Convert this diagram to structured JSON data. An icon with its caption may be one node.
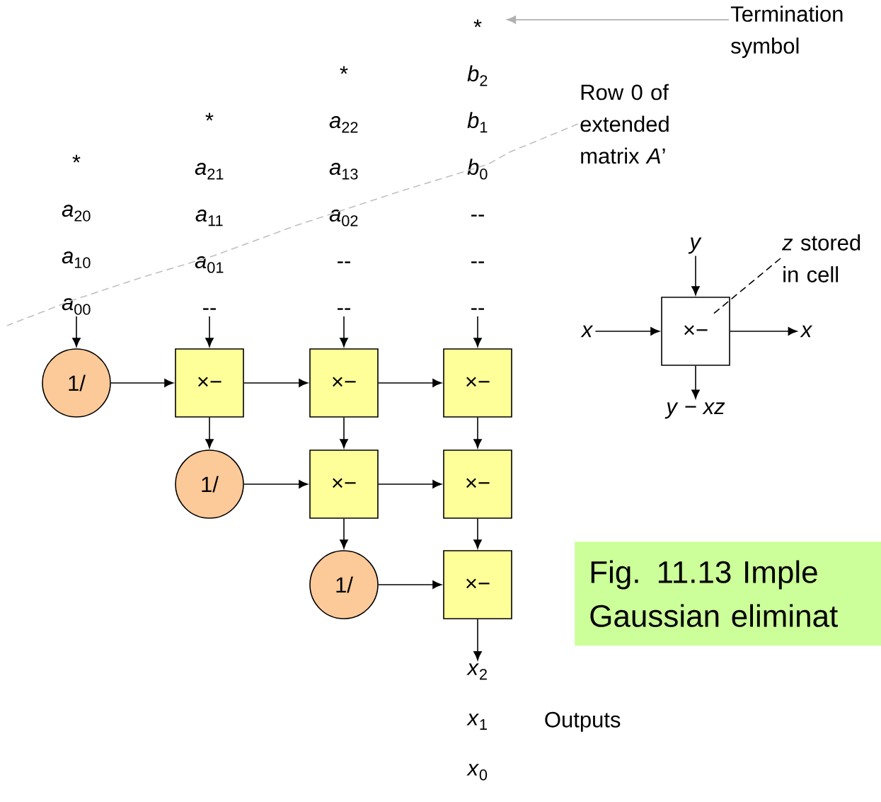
{
  "diagram": {
    "nodes": [
      {
        "text": [
          "*",
          "*a*$_{20}$",
          "*a*$_{10}$",
          "*a*$_{00}$"
        ]
      },
      {
        "text": [
          "*",
          "*a*$_{21}$",
          "*a*$_{11}$",
          "*a*$_{01}$",
          "--"
        ]
      },
      {
        "text": [
          "*",
          "*a*$_{22}$",
          "*a*$_{13}$",
          "*a*$_{02}$",
          "--",
          "--"
        ]
      },
      {
        "text": [
          "*",
          "*b*$_{2}$",
          "*b*$_{1}$",
          "*b*$_{0}$",
          "--",
          "--",
          "--"
        ]
      },
      {
        "text": [
          "1/"
        ]
      },
      {
        "text": [
          "×−"
        ]
      },
      {
        "text": [
          "×−"
        ]
      },
      {
        "text": [
          "×−"
        ]
      },
      {
        "text": [
          "1/"
        ]
      },
      {
        "text": [
          "×−"
        ]
      },
      {
        "text": [
          "×−"
        ]
      },
      {
        "text": [
          "1/"
        ]
      },
      {
        "text": [
          "×−"
        ]
      },
      {
        "text": [
          "*x*$_{2}$",
          "*x*$_{1}$",
          "*x*$_{0}$"
        ],
        "beside": [
          "Outputs"
        ]
      },
      {
        "text": [
          "×−"
        ]
      },
      {
        "text": [
          "*y*"
        ]
      },
      {
        "text": [
          "*x*"
        ]
      },
      {
        "text": [
          "*x*"
        ]
      },
      {
        "text": [
          "*y* − *xz*"
        ]
      },
      {
        "text": [
          "*z* stored in cell"
        ]
      },
      {
        "text": [
          "Termination symbol"
        ]
      },
      {
        "text": [
          "Row 0 of extended matrix *A*’"
        ]
      },
      {
        "text": [
          "Fig. 11.13 Imple",
          "Gaussian eliminat"
        ]
      }
    ],
    "edges": [
      {
        "from": 0,
        "to": 4,
        "arrow": "to"
      },
      {
        "from": 1,
        "to": 5,
        "arrow": "to"
      },
      {
        "from": 2,
        "to": 6,
        "arrow": "to"
      },
      {
        "from": 3,
        "to": 7,
        "arrow": "to"
      },
      {
        "from": 4,
        "to": 5,
        "arrow": "to"
      },
      {
        "from": 5,
        "to": 6,
        "arrow": "to"
      },
      {
        "from": 6,
        "to": 7,
        "arrow": "to"
      },
      {
        "from": 5,
        "to": 8,
        "arrow": "to"
      },
      {
        "from": 6,
        "to": 9,
        "arrow": "to"
      },
      {
        "from": 7,
        "to": 10,
        "arrow": "to"
      },
      {
        "from": 8,
        "to": 9,
        "arrow": "to"
      },
      {
        "from": 9,
        "to": 10,
        "arrow": "to"
      },
      {
        "from": 9,
        "to": 11,
        "arrow": "to"
      },
      {
        "from": 10,
        "to": 12,
        "arrow": "to"
      },
      {
        "from": 11,
        "to": 12,
        "arrow": "to"
      },
      {
        "from": 12,
        "to": 13,
        "arrow": "to"
      },
      {
        "from": 15,
        "to": 14,
        "arrow": "to"
      },
      {
        "from": 16,
        "to": 14,
        "arrow": "to"
      },
      {
        "from": 14,
        "to": 17,
        "arrow": "to"
      },
      {
        "from": 14,
        "to": 18,
        "arrow": "to"
      },
      {
        "from": 19,
        "to": 14,
        "arrow": "none",
        "style": "dashed"
      },
      {
        "from": 20,
        "to": 3,
        "arrow": "to",
        "color": "#b0b0b0"
      },
      {
        "from": 21,
        "to": null,
        "arrow": "none",
        "style": "dashed",
        "color": "#c0c0c0"
      }
    ]
  }
}
